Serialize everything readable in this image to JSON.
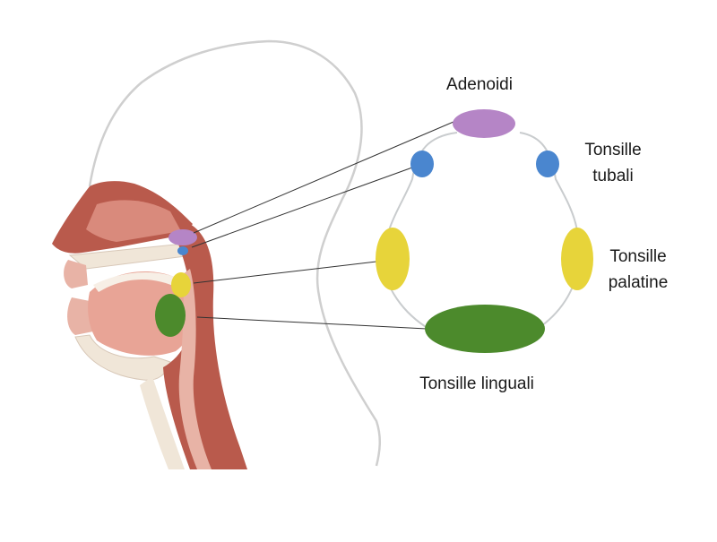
{
  "labels": {
    "adenoidi": "Adenoidi",
    "tubali_line1": "Tonsille",
    "tubali_line2": "tubali",
    "palatine_line1": "Tonsille",
    "palatine_line2": "palatine",
    "linguali": "Tonsille linguali"
  },
  "colors": {
    "adenoid": "#b585c6",
    "tubal": "#4a86cf",
    "palatine": "#e7d43a",
    "lingual": "#4c8a2c",
    "tissue": "#b95a4c",
    "tissue_light": "#e8b3a6",
    "ring": "#c9ccce",
    "leader": "#333333",
    "outline": "#cfcfcf"
  }
}
